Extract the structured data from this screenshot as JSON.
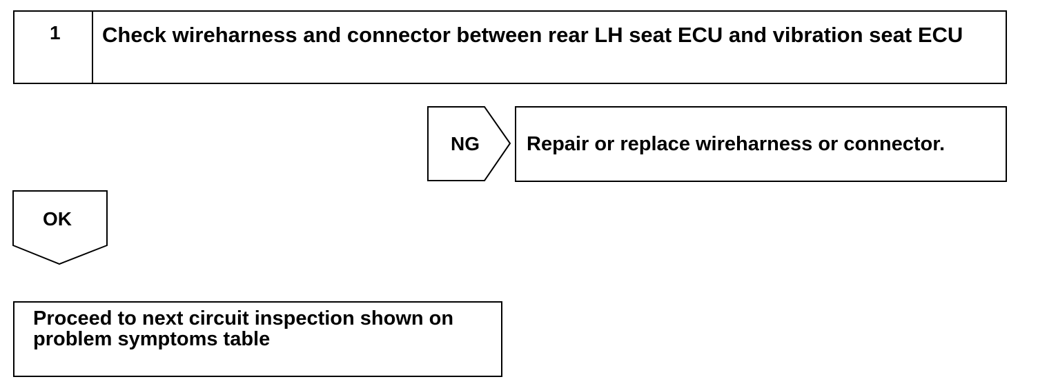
{
  "step": {
    "number": "1",
    "title": "Check wireharness and connector between rear LH seat ECU and vibration seat ECU"
  },
  "ng_branch": {
    "label": "NG",
    "action": "Repair or replace wireharness or connector."
  },
  "ok_branch": {
    "label": "OK",
    "action": "Proceed to next circuit inspection shown on problem symptoms table"
  }
}
